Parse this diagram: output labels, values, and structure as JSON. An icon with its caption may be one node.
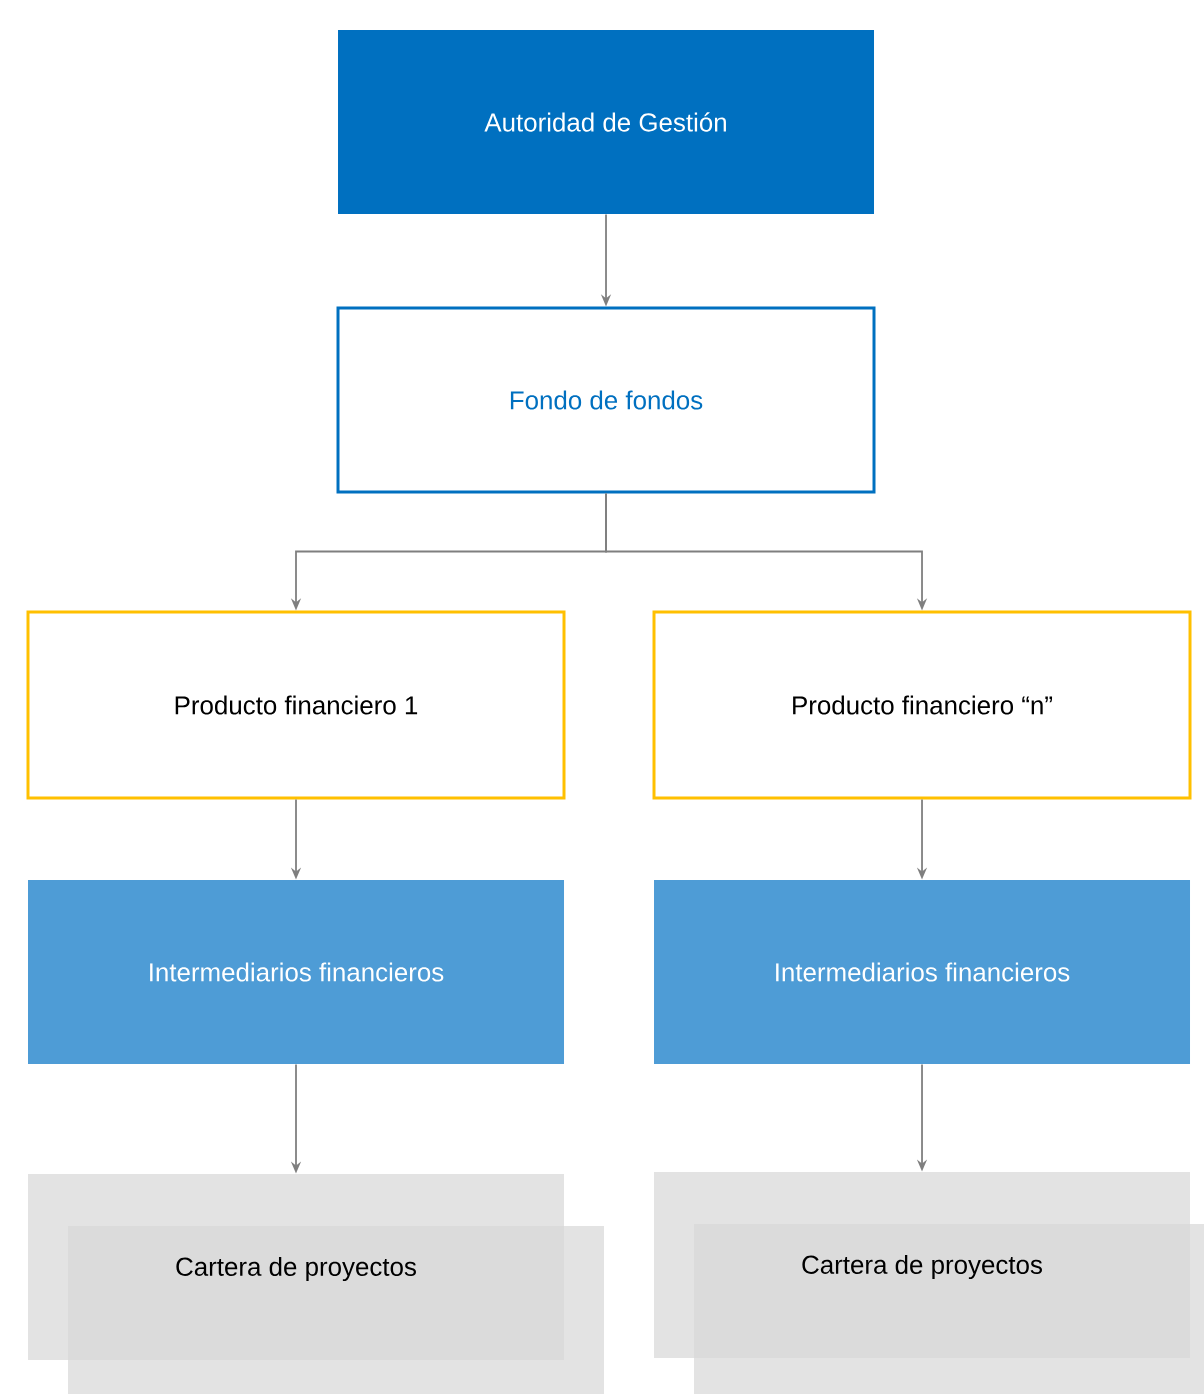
{
  "diagram": {
    "nodes": [
      {
        "text": [
          "Autoridad de Gestión"
        ]
      },
      {
        "text": [
          "Fondo de fondos"
        ]
      },
      {
        "text": [
          "Producto financiero 1"
        ]
      },
      {
        "text": [
          "Producto financiero “n”"
        ]
      },
      {
        "text": [
          "Intermediarios financieros"
        ]
      },
      {
        "text": [
          "Intermediarios financieros"
        ]
      },
      {
        "text": [
          "Cartera de proyectos"
        ]
      },
      {
        "text": [
          "Cartera de proyectos"
        ]
      }
    ],
    "edges": [
      {
        "from": 0,
        "to": 1,
        "arrow": "to"
      },
      {
        "from": 1,
        "to": 2,
        "arrow": "to"
      },
      {
        "from": 1,
        "to": 3,
        "arrow": "to"
      },
      {
        "from": 2,
        "to": 4,
        "arrow": "to"
      },
      {
        "from": 3,
        "to": 5,
        "arrow": "to"
      },
      {
        "from": 4,
        "to": 6,
        "arrow": "to"
      },
      {
        "from": 5,
        "to": 7,
        "arrow": "to"
      }
    ]
  }
}
